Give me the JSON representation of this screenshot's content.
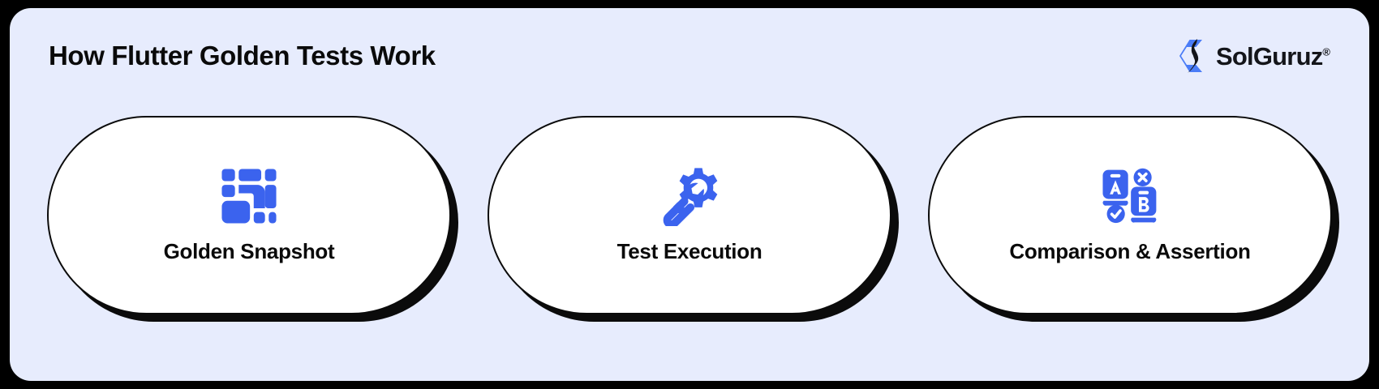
{
  "header": {
    "title": "How Flutter Golden Tests Work",
    "logo": {
      "mark_name": "solguruz-logo-mark",
      "text": "SolGuruz",
      "registered_mark": "®"
    }
  },
  "colors": {
    "page_background": "#000000",
    "panel_background": "#e7ecfd",
    "card_background": "#ffffff",
    "card_border": "#0b0b0b",
    "icon_accent": "#3b63ee",
    "text": "#0a0a0a",
    "logo_mark_blue": "#4a7cf7",
    "logo_mark_dark": "#14151a"
  },
  "cards": [
    {
      "id": "golden-snapshot",
      "label": "Golden Snapshot",
      "icon": "layout-grid-icon"
    },
    {
      "id": "test-execution",
      "label": "Test Execution",
      "icon": "gear-wrench-icon"
    },
    {
      "id": "comparison-assertion",
      "label": "Comparison & Assertion",
      "icon": "ab-compare-icon"
    }
  ]
}
